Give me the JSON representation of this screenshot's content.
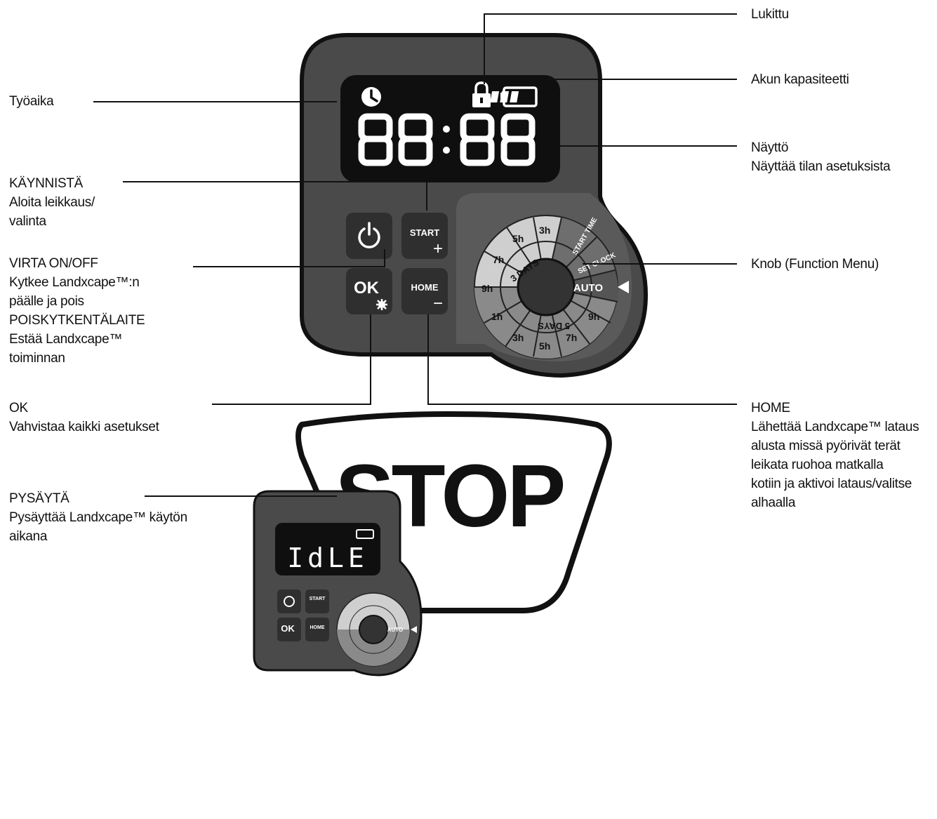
{
  "colors": {
    "panel": "#4a4a4a",
    "display": "#0f0f0f",
    "button": "#2f2f2f",
    "segment": "#ffffff",
    "knob_light": "#cfcfcf",
    "knob_dark": "#8a8a8a"
  },
  "device": {
    "display_text": "88:88",
    "buttons": {
      "power_icon": "power-icon",
      "start_label": "START",
      "start_sub": "+",
      "ok_label": "OK",
      "ok_icon": "gear-icon",
      "home_label": "HOME",
      "home_sub": "−"
    },
    "knob": {
      "auto": "AUTO",
      "start_time": "START TIME",
      "set_clock": "SET CLOCK",
      "three_days": "3 DAYS",
      "five_days": "5 DAYS",
      "hours_top": [
        "3h",
        "5h",
        "7h",
        "9h"
      ],
      "hours_bottom": [
        "1h",
        "3h",
        "5h",
        "7h",
        "9h"
      ]
    },
    "stop_label": "STOP"
  },
  "small_device": {
    "display_text": "IdLE",
    "start_label": "START",
    "home_label": "HOME",
    "ok_label": "OK",
    "auto": "AUTO"
  },
  "labels": {
    "tyoaika": "Työaika",
    "kaynnista": [
      "KÄYNNISTÄ",
      "Aloita leikkaus/",
      "valinta"
    ],
    "virta": [
      "VIRTA ON/OFF",
      "Kytkee Landxcape™:n",
      "päälle ja pois",
      "POISKYTKENTÄLAITE",
      "Estää Landxcape™",
      "toiminnan"
    ],
    "ok": [
      "OK",
      "Vahvistaa kaikki asetukset"
    ],
    "pysayta": [
      "PYSÄYTÄ",
      "Pysäyttää Landxcape™ käytön",
      "aikana"
    ],
    "lukittu": "Lukittu",
    "akun": "Akun kapasiteetti",
    "naytto": [
      "Näyttö",
      "Näyttää tilan asetuksista"
    ],
    "knob": "Knob (Function Menu)",
    "home": [
      "HOME",
      "Lähettää Landxcape™ lataus",
      "alusta missä pyörivät terät",
      "leikata ruohoa matkalla",
      "kotiin ja aktivoi lataus/valitse",
      "alhaalla"
    ]
  }
}
